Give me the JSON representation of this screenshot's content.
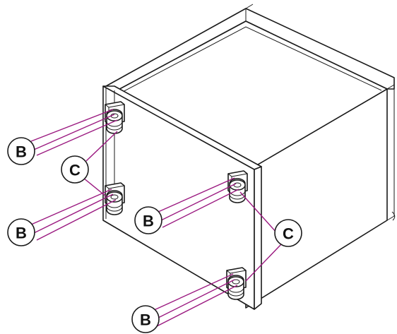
{
  "diagram": {
    "colors": {
      "outline": "#1a1a1a",
      "leader": "#9b1a80",
      "background": "#ffffff"
    },
    "callouts": [
      {
        "id": "b1",
        "label": "B"
      },
      {
        "id": "b2",
        "label": "B"
      },
      {
        "id": "b3",
        "label": "B"
      },
      {
        "id": "b4",
        "label": "B"
      },
      {
        "id": "c1",
        "label": "C"
      },
      {
        "id": "c2",
        "label": "C"
      }
    ],
    "parts": [
      {
        "id": "caster-1",
        "icon": "caster-wheel-icon"
      },
      {
        "id": "caster-2",
        "icon": "caster-wheel-icon"
      },
      {
        "id": "caster-3",
        "icon": "caster-wheel-icon"
      },
      {
        "id": "caster-4",
        "icon": "caster-wheel-icon"
      }
    ]
  }
}
